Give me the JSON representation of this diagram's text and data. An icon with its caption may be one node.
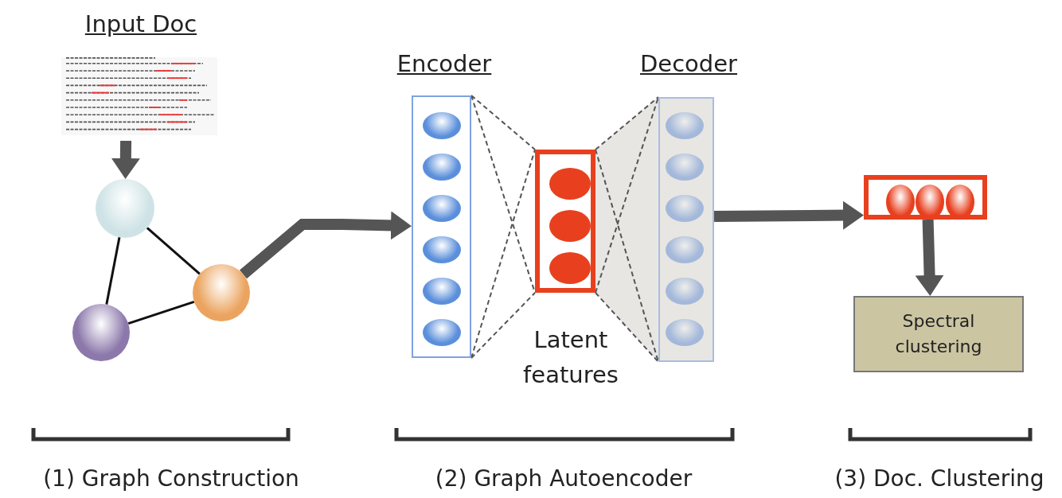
{
  "diagram": {
    "nodes": [
      {
        "text": [
          "Input Doc"
        ]
      },
      {
        "text": [],
        "shape": "circle"
      },
      {
        "text": [],
        "shape": "circle"
      },
      {
        "text": [],
        "shape": "circle"
      },
      {
        "text": [
          "Encoder"
        ]
      },
      {
        "text": [],
        "shape": "ellipse",
        "in": 4
      },
      {
        "text": [],
        "shape": "ellipse",
        "in": 4
      },
      {
        "text": [],
        "shape": "ellipse",
        "in": 4
      },
      {
        "text": [],
        "shape": "ellipse",
        "in": 4
      },
      {
        "text": [],
        "shape": "ellipse",
        "in": 4
      },
      {
        "text": [],
        "shape": "ellipse",
        "in": 4
      },
      {
        "text": [],
        "shape": "box",
        "beside": [
          "Latent features"
        ]
      },
      {
        "text": [],
        "shape": "ellipse",
        "in": 11
      },
      {
        "text": [],
        "shape": "ellipse",
        "in": 11
      },
      {
        "text": [],
        "shape": "ellipse",
        "in": 11
      },
      {
        "text": [
          "Decoder"
        ]
      },
      {
        "text": [],
        "shape": "ellipse",
        "in": 15
      },
      {
        "text": [],
        "shape": "ellipse",
        "in": 15
      },
      {
        "text": [],
        "shape": "ellipse",
        "in": 15
      },
      {
        "text": [],
        "shape": "ellipse",
        "in": 15
      },
      {
        "text": [],
        "shape": "ellipse",
        "in": 15
      },
      {
        "text": [],
        "shape": "ellipse",
        "in": 15
      },
      {
        "text": [],
        "shape": "box"
      },
      {
        "text": [],
        "shape": "ellipse",
        "in": 22
      },
      {
        "text": [],
        "shape": "ellipse",
        "in": 22
      },
      {
        "text": [],
        "shape": "ellipse",
        "in": 22
      },
      {
        "text": [
          "Spectral clustering"
        ]
      }
    ],
    "edges": [
      {
        "from": 0,
        "to": 1,
        "arrow": "to",
        "style": "thick",
        "color": "#555555"
      },
      {
        "from": 1,
        "to": 2,
        "arrow": "none"
      },
      {
        "from": 1,
        "to": 3,
        "arrow": "none"
      },
      {
        "from": 3,
        "to": 2,
        "arrow": "none"
      },
      {
        "from": 2,
        "to": 4,
        "arrow": "to",
        "style": "thick",
        "color": "#555555"
      },
      {
        "from": 4,
        "to": 11,
        "arrow": "none",
        "style": "dashed",
        "color": "#555555"
      },
      {
        "from": 4,
        "to": 11,
        "arrow": "none",
        "style": "dashed",
        "color": "#555555"
      },
      {
        "from": 4,
        "to": 11,
        "arrow": "none",
        "style": "dashed",
        "color": "#555555"
      },
      {
        "from": 4,
        "to": 11,
        "arrow": "none",
        "style": "dashed",
        "color": "#555555"
      },
      {
        "from": 11,
        "to": 15,
        "arrow": "none",
        "style": "dashed",
        "color": "#555555"
      },
      {
        "from": 11,
        "to": 15,
        "arrow": "none",
        "style": "dashed",
        "color": "#555555"
      },
      {
        "from": 11,
        "to": 15,
        "arrow": "none",
        "style": "dashed",
        "color": "#555555"
      },
      {
        "from": 11,
        "to": 15,
        "arrow": "none",
        "style": "dashed",
        "color": "#555555"
      },
      {
        "from": 15,
        "to": 22,
        "arrow": "to",
        "style": "thick",
        "color": "#555555"
      },
      {
        "from": 22,
        "to": 26,
        "arrow": "to",
        "style": "thick",
        "color": "#555555"
      }
    ],
    "labels": [
      "(1) Graph Construction",
      "(2) Graph Autoencoder",
      "(3) Doc. Clustering"
    ]
  }
}
